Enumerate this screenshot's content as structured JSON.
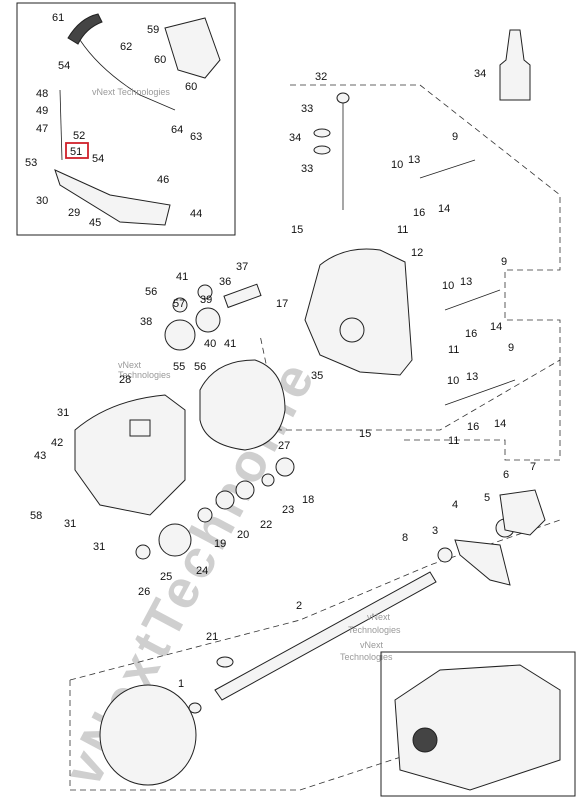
{
  "callouts": {
    "c61": "61",
    "c59": "59",
    "c62": "62",
    "c60a": "60",
    "c60b": "60",
    "c54a": "54",
    "c48": "48",
    "c49": "49",
    "c47": "47",
    "c52": "52",
    "c51": "51",
    "c53": "53",
    "c54b": "54",
    "c64": "64",
    "c63": "63",
    "c46": "46",
    "c30": "30",
    "c29": "29",
    "c45": "45",
    "c44": "44",
    "c32": "32",
    "c33a": "33",
    "c34a": "34",
    "c33b": "33",
    "c34b": "34",
    "c9a": "9",
    "c10a": "10",
    "c13a": "13",
    "c16a": "16",
    "c14a": "14",
    "c11a": "11",
    "c15a": "15",
    "c12": "12",
    "c41": "41",
    "c37": "37",
    "c56": "56",
    "c57": "57",
    "c39": "39",
    "c36": "36",
    "c17": "17",
    "c38": "38",
    "c40": "40",
    "c41b": "41",
    "c55": "55",
    "c56b": "56",
    "c13b": "13",
    "c9b": "9",
    "c10b": "10",
    "c16b": "16",
    "c14b": "14",
    "c11b": "11",
    "c28": "28",
    "c35": "35",
    "c15b": "15",
    "c9c": "9",
    "c10c": "10",
    "c13c": "13",
    "c16c": "16",
    "c14c": "14",
    "c11c": "11",
    "c31a": "31",
    "c42": "42",
    "c43": "43",
    "c27": "27",
    "c58": "58",
    "c31b": "31",
    "c18": "18",
    "c23": "23",
    "c22": "22",
    "c20": "20",
    "c19": "19",
    "c31c": "31",
    "c24": "24",
    "c25": "25",
    "c26": "26",
    "c7": "7",
    "c6": "6",
    "c5": "5",
    "c4": "4",
    "c8": "8",
    "c3": "3",
    "c2": "2",
    "c21": "21",
    "c1": "1"
  },
  "watermarks": {
    "w1": "vNext Technologies",
    "w2": "vNext",
    "w3": "Technologies",
    "w4": "vNext",
    "w5": "Technologies",
    "w6": "vNext",
    "w7": "Technologies",
    "big": "vNextTechnolife"
  },
  "highlight_color": "#d0202a"
}
